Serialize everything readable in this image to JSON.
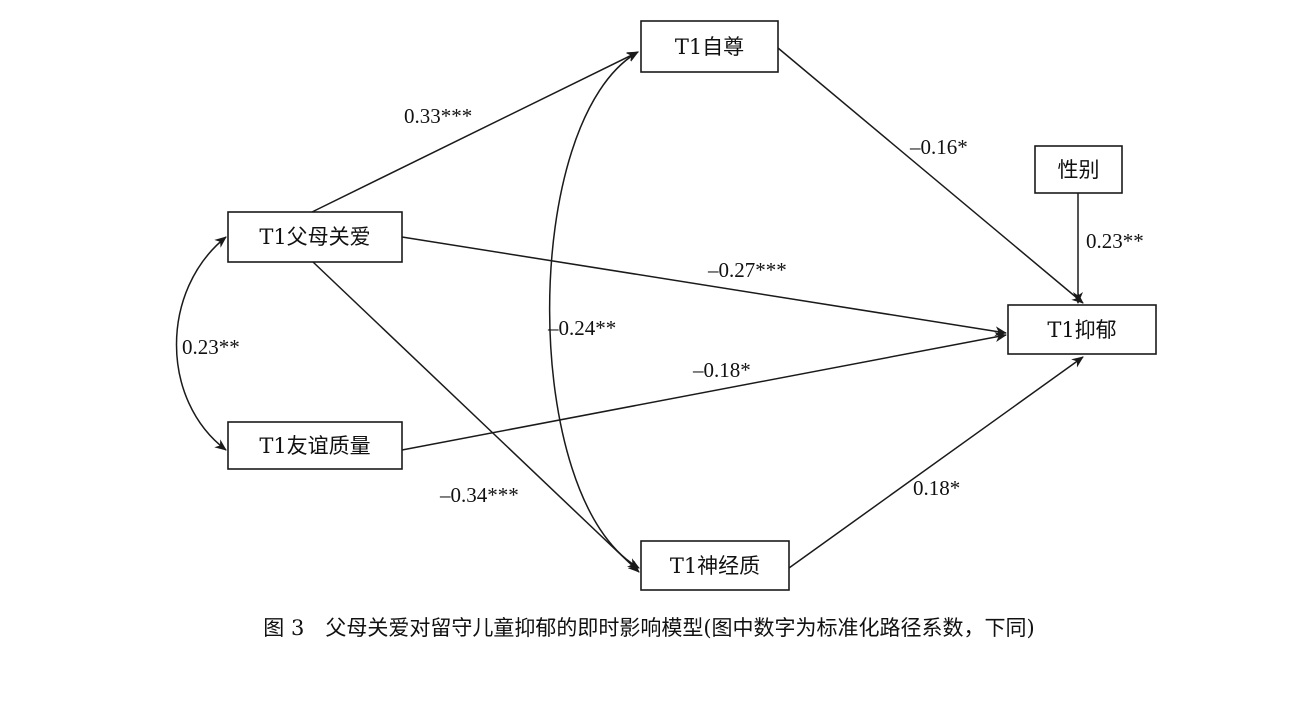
{
  "nodes": {
    "self_esteem": "T1自尊",
    "parental_care": "T1父母关爱",
    "friendship": "T1友谊质量",
    "neuroticism": "T1神经质",
    "depression": "T1抑郁",
    "gender": "性别"
  },
  "coefficients": {
    "care_to_esteem": "0.33***",
    "esteem_to_depression": "–0.16*",
    "gender_to_depression": "0.23**",
    "care_to_depression": "–0.27***",
    "esteem_neuroticism_cov": "–0.24**",
    "care_friendship_cov": "0.23**",
    "friendship_to_depression": "–0.18*",
    "care_to_neuroticism": "–0.34***",
    "neuroticism_to_depression": "0.18*"
  },
  "caption": "图 3　父母关爱对留守儿童抑郁的即时影响模型(图中数字为标准化路径系数，下同)"
}
